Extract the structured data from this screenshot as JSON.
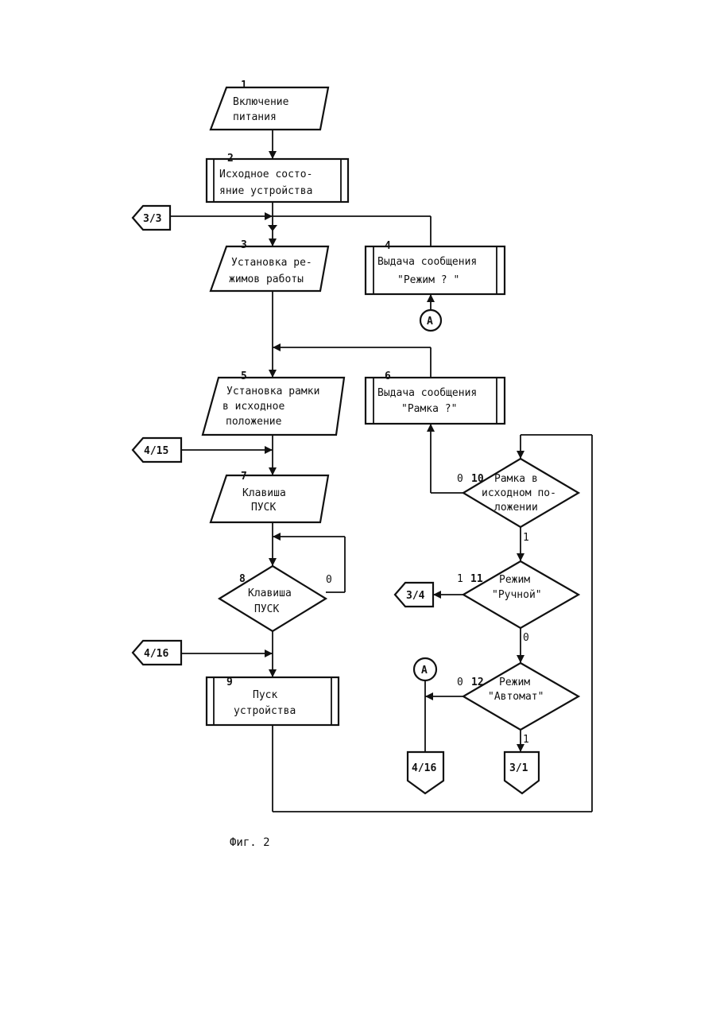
{
  "blocks": {
    "b1": {
      "num": "1",
      "lines": [
        "Включение",
        "питания"
      ]
    },
    "b2": {
      "num": "2",
      "lines": [
        "Исходное состо-",
        "яние устройства"
      ]
    },
    "b3": {
      "num": "3",
      "lines": [
        "Установка ре-",
        "жимов работы"
      ]
    },
    "b4": {
      "num": "4",
      "lines": [
        "Выдача сообщения",
        "\"Режим ? \""
      ]
    },
    "b5": {
      "num": "5",
      "lines": [
        "Установка рамки",
        "в исходное",
        "положение"
      ]
    },
    "b6": {
      "num": "6",
      "lines": [
        "Выдача сообщения",
        "\"Рамка ?\""
      ]
    },
    "b7": {
      "num": "7",
      "lines": [
        "Клавиша",
        "ПУСК"
      ]
    },
    "b8": {
      "num": "8",
      "lines": [
        "Клавиша",
        "ПУСК"
      ]
    },
    "b9": {
      "num": "9",
      "lines": [
        "Пуск",
        "устройства"
      ]
    },
    "b10": {
      "num": "10",
      "lines": [
        "Рамка в",
        "исходном по-",
        "ложении"
      ]
    },
    "b11": {
      "num": "11",
      "lines": [
        "Режим",
        "\"Ручной\""
      ]
    },
    "b12": {
      "num": "12",
      "lines": [
        "Режим",
        "\"Автомат\""
      ]
    }
  },
  "connectors": {
    "c33": "3/3",
    "c415": "4/15",
    "c416a": "4/16",
    "c34": "3/4",
    "c416b": "4/16",
    "c31": "3/1",
    "circleA1": "A",
    "circleA2": "A"
  },
  "branch_labels": {
    "d8_no": "0",
    "d10_no": "0",
    "d10_yes": "1",
    "d11_yes": "1",
    "d11_no": "0",
    "d12_no": "0",
    "d12_yes": "1"
  },
  "caption": "Фиг. 2"
}
